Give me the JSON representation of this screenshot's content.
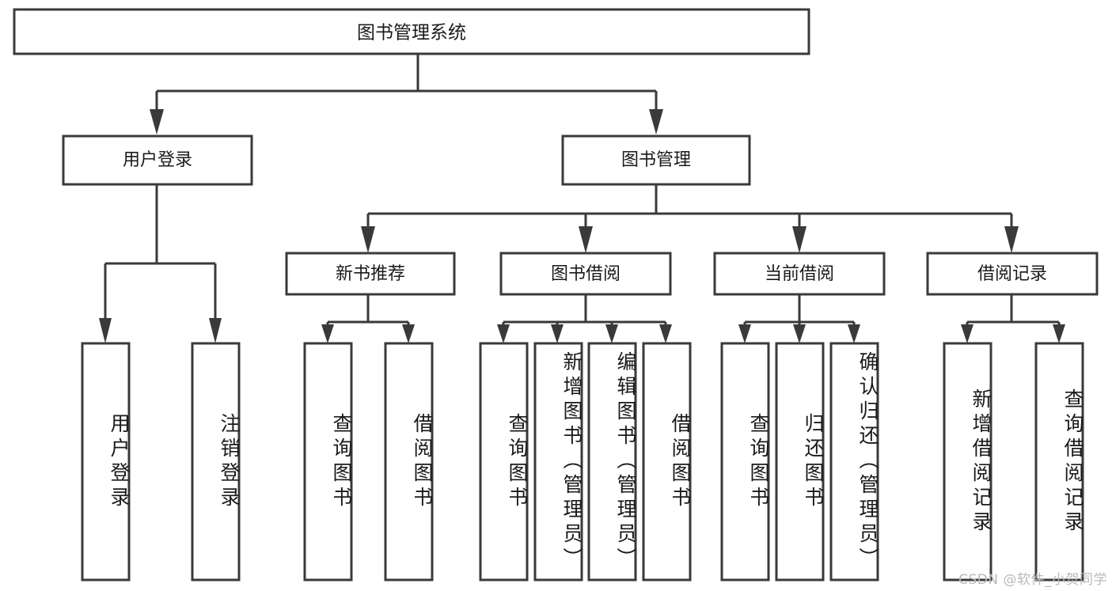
{
  "diagram": {
    "type": "tree",
    "title": "图书管理系统",
    "watermark": "CSDN @软件_小贺同学",
    "colors": {
      "stroke": "#3a3a3a",
      "fill": "#ffffff",
      "text": "#1a1a1a",
      "watermark": "#b9b9b9",
      "background": "#ffffff"
    },
    "root": {
      "label": "图书管理系统"
    },
    "level2": [
      {
        "label": "用户登录"
      },
      {
        "label": "图书管理"
      }
    ],
    "level3": [
      {
        "label": "新书推荐"
      },
      {
        "label": "图书借阅"
      },
      {
        "label": "当前借阅"
      },
      {
        "label": "借阅记录"
      }
    ],
    "leaves": {
      "user_login": [
        {
          "label": "用户登录"
        },
        {
          "label": "注销登录"
        }
      ],
      "new_book_recommend": [
        {
          "label": "查询图书"
        },
        {
          "label": "借阅图书"
        }
      ],
      "book_borrow": [
        {
          "label": "查询图书"
        },
        {
          "label": "新增图书（管理员）"
        },
        {
          "label": "编辑图书（管理员）"
        },
        {
          "label": "借阅图书"
        }
      ],
      "current_borrow": [
        {
          "label": "查询图书"
        },
        {
          "label": "归还图书"
        },
        {
          "label": "确认归还（管理员）"
        }
      ],
      "borrow_record": [
        {
          "label": "新增借阅记录"
        },
        {
          "label": "查询借阅记录"
        }
      ]
    }
  }
}
